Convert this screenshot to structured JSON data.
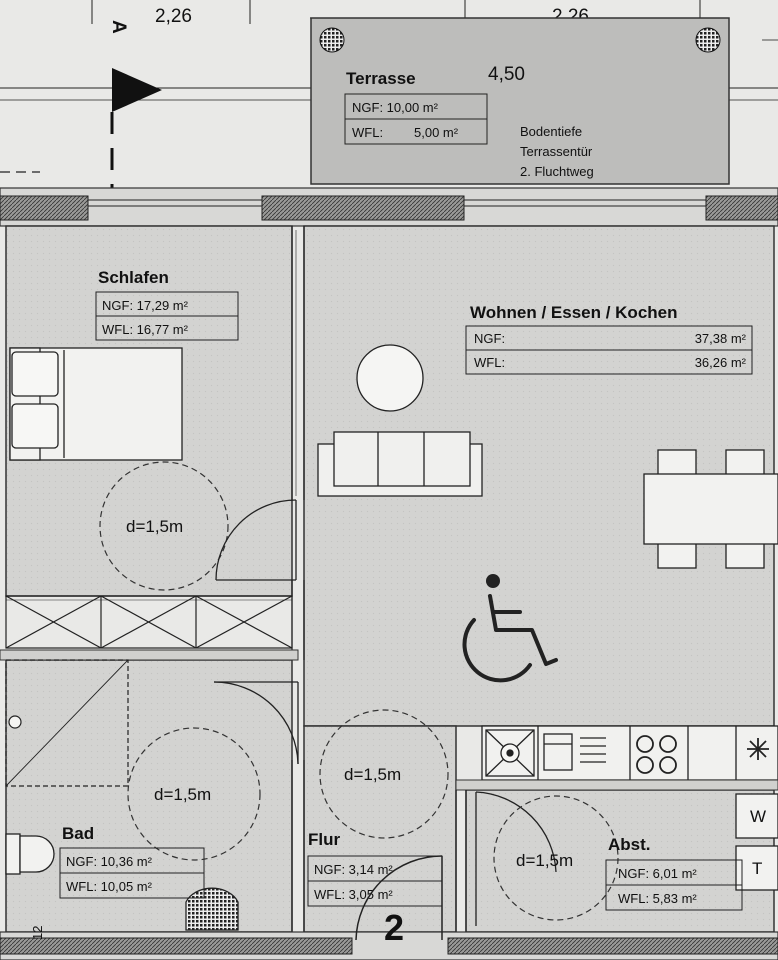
{
  "dimensions": {
    "top_left": "2,26",
    "top_right": "2,26",
    "terrace_width": "4,50",
    "section_marker": "A"
  },
  "terrace": {
    "name": "Terrasse",
    "ngf": "NGF: 10,00 m²",
    "wfl_label": "WFL:",
    "wfl_value": "5,00 m²",
    "note_line1": "Bodentiefe",
    "note_line2": "Terrassentür",
    "note_line3": "2. Fluchtweg"
  },
  "rooms": {
    "schlafen": {
      "name": "Schlafen",
      "ngf": "NGF: 17,29 m²",
      "wfl": "WFL: 16,77 m²"
    },
    "wohnen": {
      "name": "Wohnen / Essen / Kochen",
      "ngf_label": "NGF:",
      "ngf_value": "37,38 m²",
      "wfl_label": "WFL:",
      "wfl_value": "36,26 m²"
    },
    "bad": {
      "name": "Bad",
      "ngf": "NGF: 10,36 m²",
      "wfl": "WFL: 10,05 m²"
    },
    "flur": {
      "name": "Flur",
      "ngf": "NGF: 3,14 m²",
      "wfl": "WFL: 3,05 m²"
    },
    "abst": {
      "name": "Abst.",
      "ngf": "NGF: 6,01 m²",
      "wfl": "WFL: 5,83 m²"
    }
  },
  "turning_circles": [
    "d=1,5m",
    "d=1,5m",
    "d=1,5m",
    "d=1,5m"
  ],
  "appliances": {
    "washer": "W",
    "dryer": "T"
  },
  "unit_number": "2",
  "edge_label": "12"
}
